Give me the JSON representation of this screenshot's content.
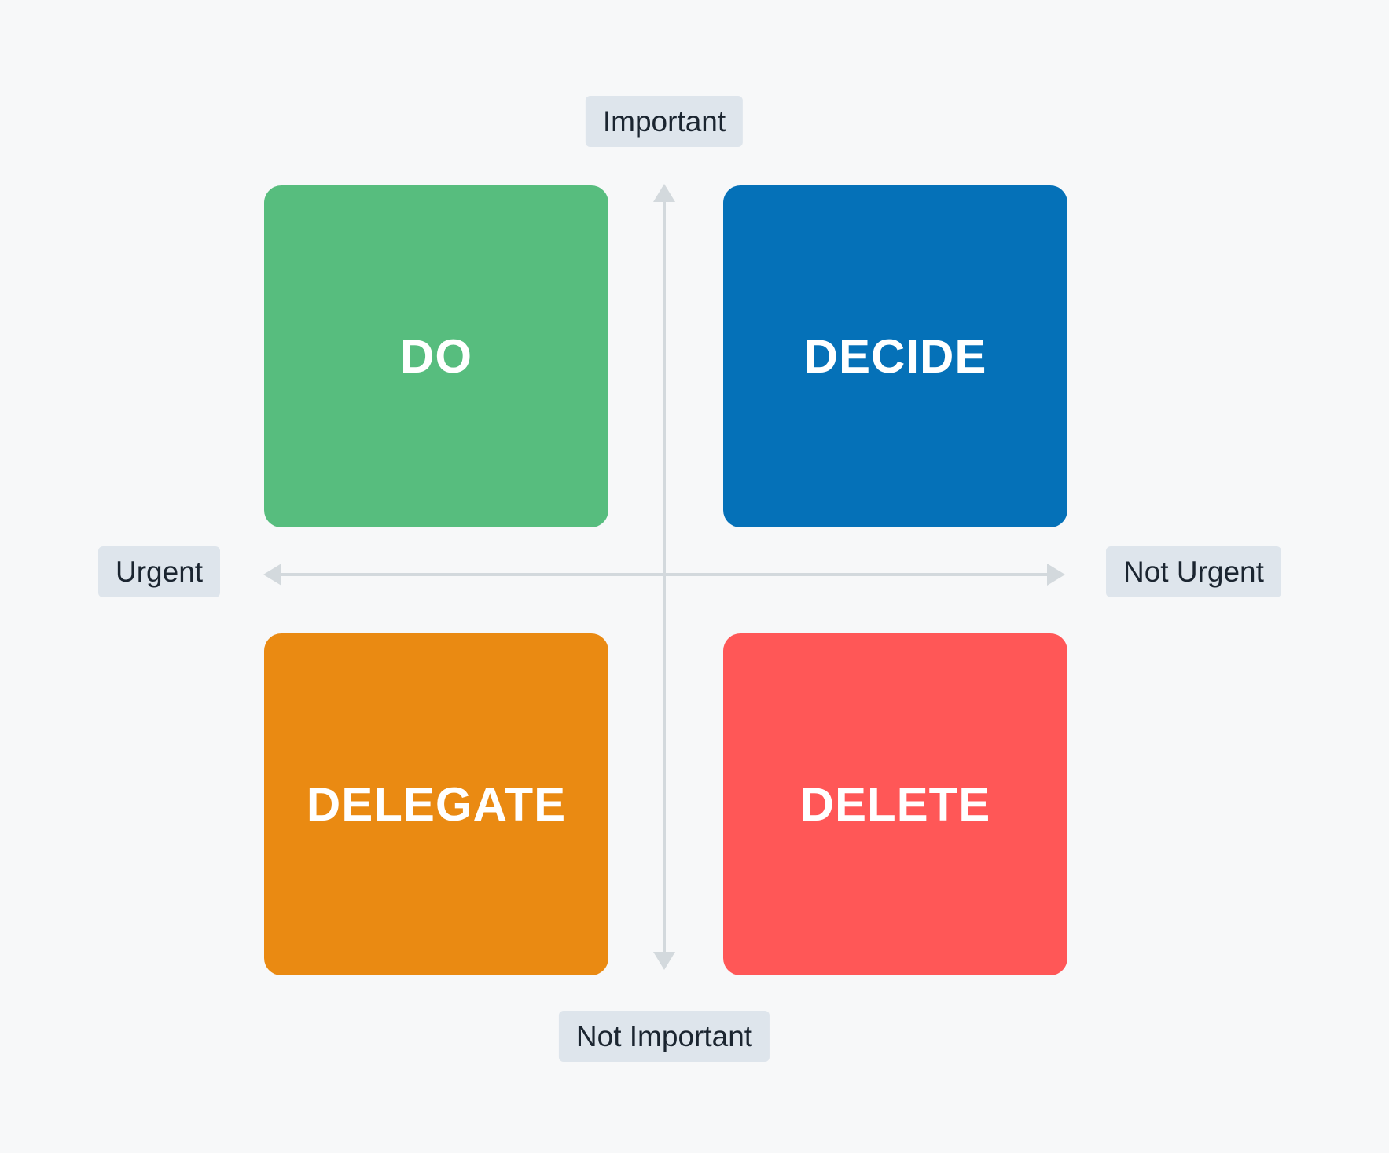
{
  "colors": {
    "background": "#F7F8F9",
    "axis_line": "#D3D9DD",
    "label_bg": "#DEE5EC",
    "label_text": "#1B2530",
    "quadrant_text": "#FFFFFF"
  },
  "axes": {
    "top_label": "Important",
    "bottom_label": "Not Important",
    "left_label": "Urgent",
    "right_label": "Not Urgent"
  },
  "quadrants": [
    {
      "key": "do",
      "label": "DO",
      "color": "#57BD7E",
      "position": "top-left"
    },
    {
      "key": "decide",
      "label": "DECIDE",
      "color": "#0571B8",
      "position": "top-right"
    },
    {
      "key": "delegate",
      "label": "DELEGATE",
      "color": "#EA8A12",
      "position": "bottom-left"
    },
    {
      "key": "delete",
      "label": "DELETE",
      "color": "#FF5757",
      "position": "bottom-right"
    }
  ]
}
